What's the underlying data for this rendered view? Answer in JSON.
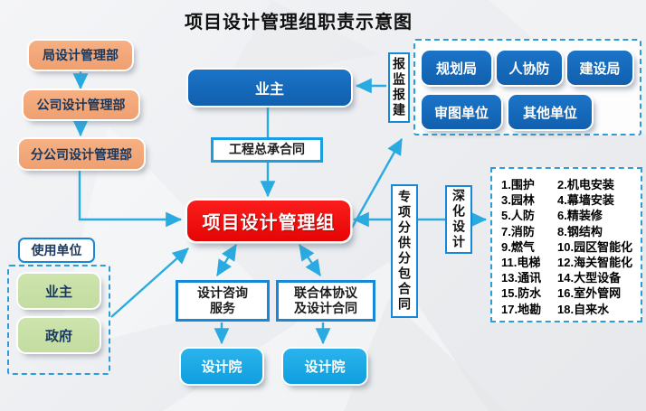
{
  "title": "项目设计管理组职责示意图",
  "left_chain": {
    "items": [
      {
        "label": "局设计管理部"
      },
      {
        "label": "公司设计管理部"
      },
      {
        "label": "分公司设计管理部"
      }
    ]
  },
  "user_units": {
    "title": "使用单位",
    "items": [
      {
        "label": "业主"
      },
      {
        "label": "政府"
      }
    ]
  },
  "center": {
    "owner": "业主",
    "epc_contract": "工程总承合同",
    "main_group": "项目设计管理组",
    "consult": {
      "line1": "设计咨询",
      "line2": "服务"
    },
    "joint": {
      "line1": "联合体协议",
      "line2": "及设计合同"
    },
    "institute_left": "设计院",
    "institute_right": "设计院"
  },
  "report_box": "报监报建",
  "authorities": {
    "items": [
      {
        "label": "规划局"
      },
      {
        "label": "人协防"
      },
      {
        "label": "建设局"
      },
      {
        "label": "审图单位"
      },
      {
        "label": "其他单位"
      }
    ]
  },
  "special_contract": "专项分供分包合同",
  "deepen_design": "深化设计",
  "subcontract_list": {
    "rows": [
      {
        "l": "1.围护",
        "r": "2.机电安装"
      },
      {
        "l": "3.园林",
        "r": "4.幕墙安装"
      },
      {
        "l": "5.人防",
        "r": "6.精装修"
      },
      {
        "l": "7.消防",
        "r": "8.钢结构"
      },
      {
        "l": "9.燃气",
        "r": "10.园区智能化"
      },
      {
        "l": "11.电梯",
        "r": "12.海关智能化"
      },
      {
        "l": "13.通讯",
        "r": "14.大型设备"
      },
      {
        "l": "15.防水",
        "r": "16.室外管网"
      },
      {
        "l": "17.地勘",
        "r": "18.自来水"
      }
    ]
  },
  "colors": {
    "arrow": "#29abe2",
    "deep_blue": "#1366be",
    "cyan": "#12a9e8",
    "red": "#ee0d0d",
    "orange": "#f3a678",
    "green": "#c9dfaa",
    "navy_text": "#17375e"
  }
}
